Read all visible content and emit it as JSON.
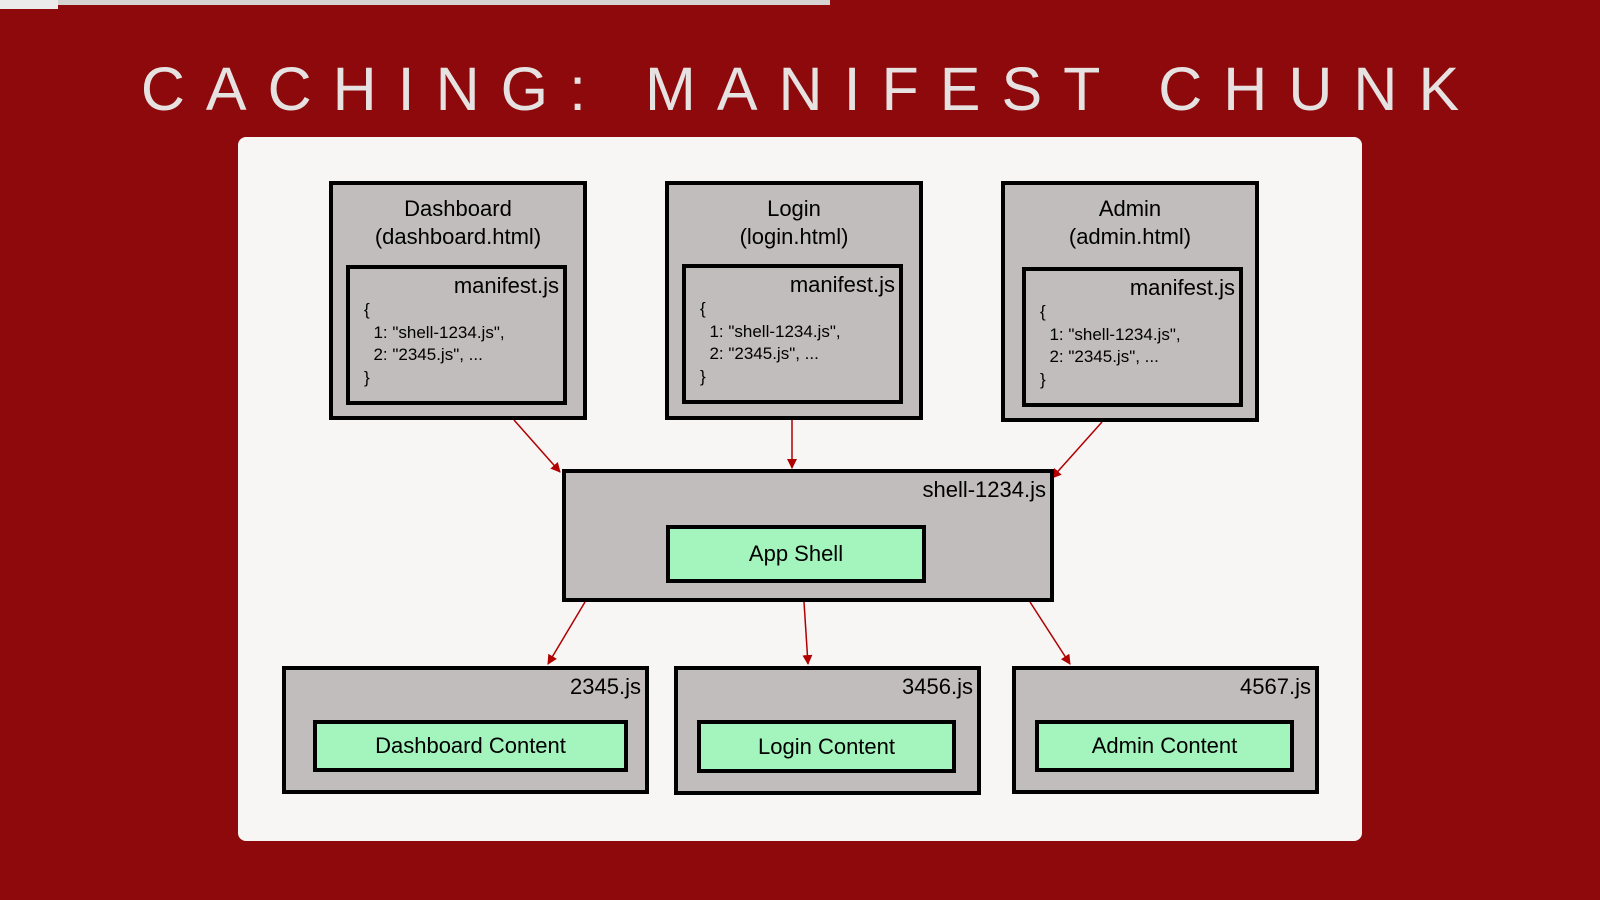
{
  "slide": {
    "title": "CACHING: MANIFEST CHUNK",
    "progress_fraction": 0.07
  },
  "colors": {
    "background": "#8e090b",
    "panel": "#f8f5f5",
    "box": "#c0bdbc",
    "content": "#a3f4bd",
    "arrow": "#b00000"
  },
  "pages": [
    {
      "name": "Dashboard",
      "file": "(dashboard.html)",
      "manifest_label": "manifest.js",
      "manifest_lines": [
        "{",
        "  1: \"shell-1234.js\",",
        "  2: \"2345.js\", ...",
        "}"
      ]
    },
    {
      "name": "Login",
      "file": "(login.html)",
      "manifest_label": "manifest.js",
      "manifest_lines": [
        "{",
        "  1: \"shell-1234.js\",",
        "  2: \"2345.js\", ...",
        "}"
      ]
    },
    {
      "name": "Admin",
      "file": "(admin.html)",
      "manifest_label": "manifest.js",
      "manifest_lines": [
        "{",
        "  1: \"shell-1234.js\",",
        "  2: \"2345.js\", ...",
        "}"
      ]
    }
  ],
  "shell": {
    "file": "shell-1234.js",
    "content": "App Shell"
  },
  "chunks": [
    {
      "file": "2345.js",
      "content": "Dashboard Content"
    },
    {
      "file": "3456.js",
      "content": "Login Content"
    },
    {
      "file": "4567.js",
      "content": "Admin Content"
    }
  ]
}
